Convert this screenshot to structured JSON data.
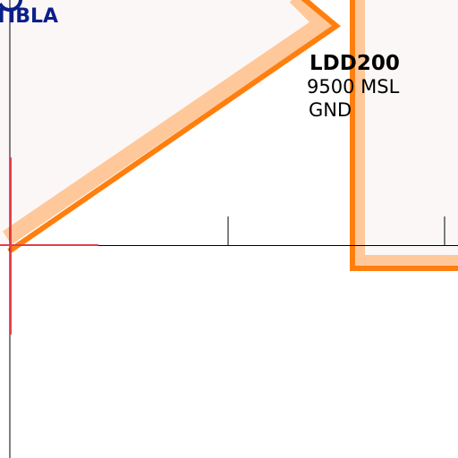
{
  "map": {
    "place_label": "TIBLA",
    "airspace": {
      "name": "LDD200",
      "upper_limit": "9500 MSL",
      "lower_limit": "GND"
    }
  },
  "colors": {
    "airspace_border": "#ff7f0e",
    "airspace_halo": "#ffc89a",
    "airspace_fill": "#fcf7f7",
    "gridline": "#000000",
    "crosshair": "#e0404a",
    "place_label": "#0b1f8a"
  }
}
